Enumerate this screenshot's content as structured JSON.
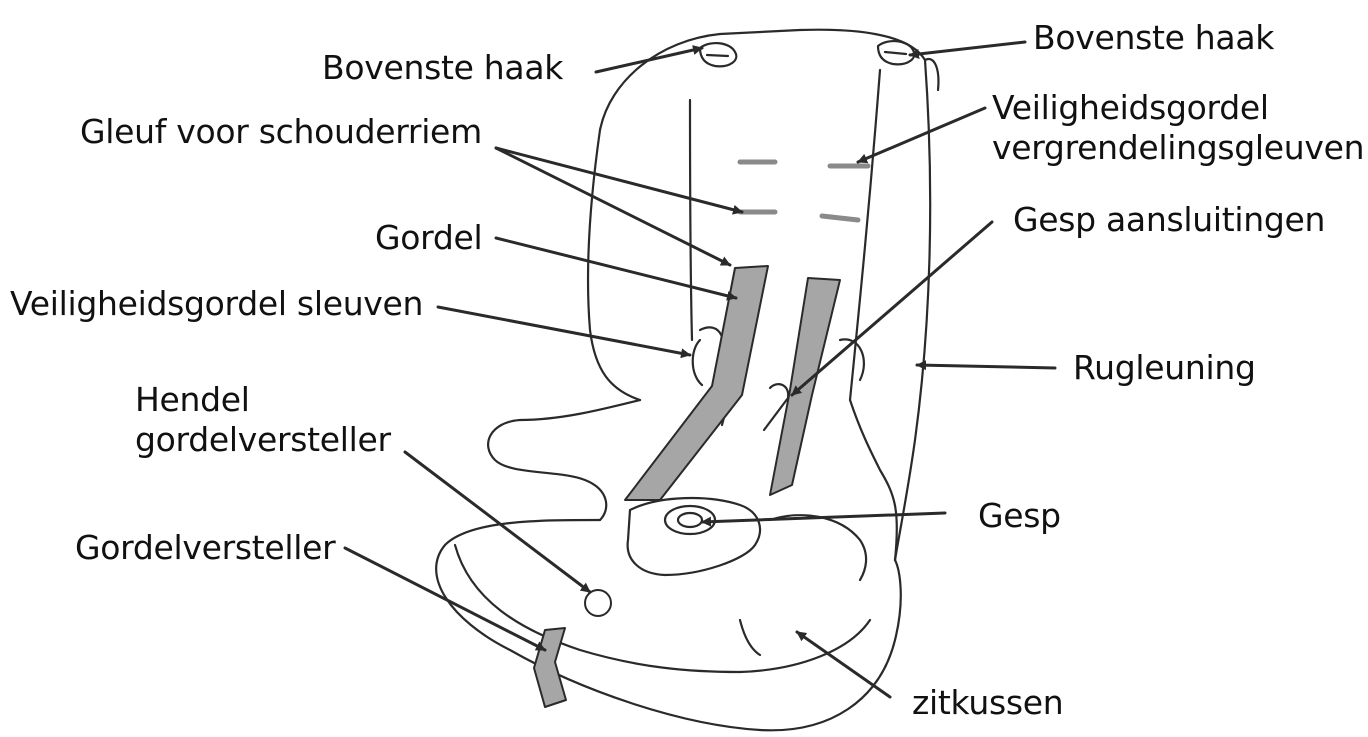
{
  "diagram": {
    "labels": {
      "top_hook_left": "Bovenste haak",
      "top_hook_right": "Bovenste haak",
      "shoulder_slot": "Gleuf voor schouderriem",
      "lock_slots_line1": "Veiligheidsgordel",
      "lock_slots_line2": "vergrendelingsgleuven",
      "belt": "Gordel",
      "buckle_connections": "Gesp aansluitingen",
      "belt_slots": "Veiligheidsgordel sleuven",
      "backrest": "Rugleuning",
      "adjuster_lever_line1": "Hendel",
      "adjuster_lever_line2": "gordelversteller",
      "buckle": "Gesp",
      "belt_adjuster": "Gordelversteller",
      "seat_cushion": "zitkussen"
    },
    "colors": {
      "line": "#2a2a2a",
      "strap_fill": "#a6a6a6",
      "seat_fill": "#ffffff",
      "text": "#111111"
    }
  }
}
